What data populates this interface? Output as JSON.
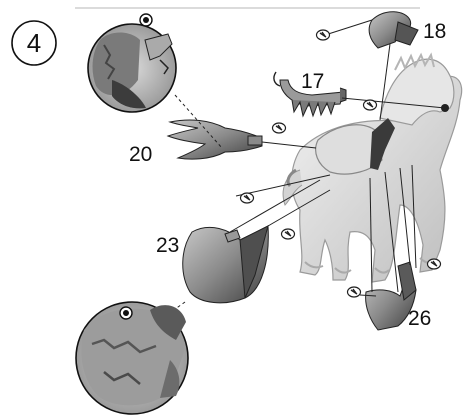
{
  "step": {
    "number": "4"
  },
  "parts": [
    {
      "id": "armor-17",
      "label": "17"
    },
    {
      "id": "armor-18",
      "label": "18"
    },
    {
      "id": "armor-20",
      "label": "20"
    },
    {
      "id": "armor-23",
      "label": "23"
    },
    {
      "id": "armor-26",
      "label": "26"
    }
  ],
  "colors": {
    "stroke": "#1a1a1a",
    "armor_dark": "#5e5e5e",
    "armor_mid": "#8c8c8c",
    "horse_light": "#dcdcdc",
    "paper": "#ffffff"
  },
  "icons": [
    "attach-pointer-icon",
    "snap-marker-icon"
  ]
}
